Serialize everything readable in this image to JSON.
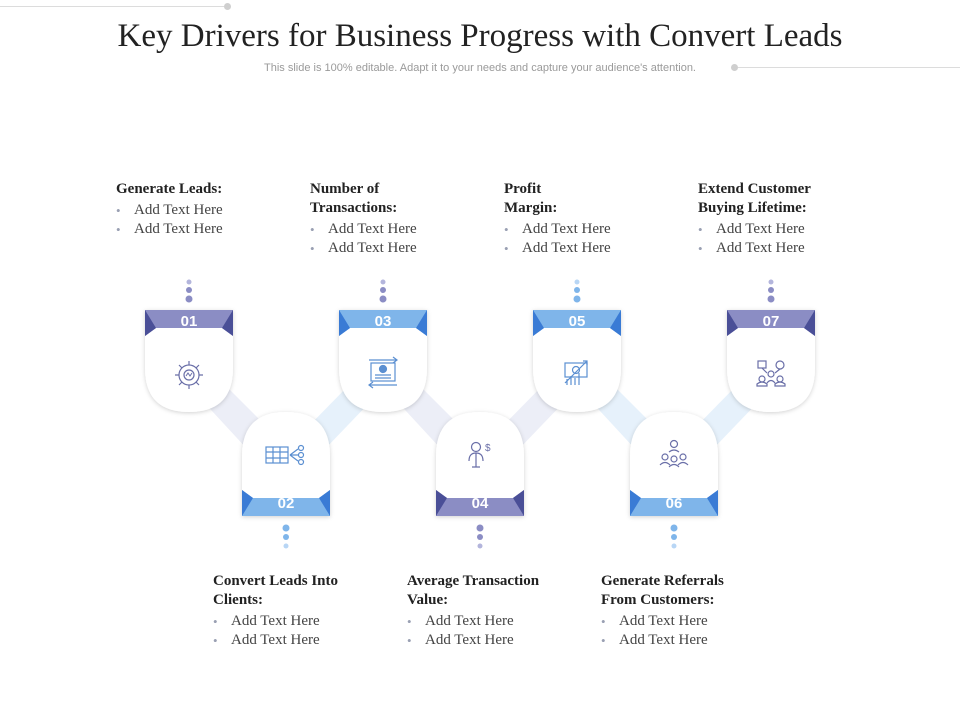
{
  "title": "Key Drivers for Business Progress with Convert Leads",
  "subtitle": "This slide is 100% editable. Adapt it to your needs and capture your audience's attention.",
  "bullet_text": "Add Text Here",
  "steps": [
    {
      "number": "01",
      "heading": "Generate Leads:",
      "bullets": [
        "Add Text Here",
        "Add Text Here"
      ],
      "icon": "gear-icon",
      "color": "#8b8dc4"
    },
    {
      "number": "02",
      "heading": "Convert Leads Into Clients:",
      "bullets": [
        "Add Text Here",
        "Add Text Here"
      ],
      "icon": "calendar-network-icon",
      "color": "#7fb5ea"
    },
    {
      "number": "03",
      "heading": "Number of Transactions:",
      "bullets": [
        "Add Text Here",
        "Add Text Here"
      ],
      "icon": "transaction-document-icon",
      "color": "#8b8dc4"
    },
    {
      "number": "04",
      "heading": "Average Transaction Value:",
      "bullets": [
        "Add Text Here",
        "Add Text Here"
      ],
      "icon": "person-dollar-icon",
      "color": "#8b8dc4"
    },
    {
      "number": "05",
      "heading": "Profit Margin:",
      "bullets": [
        "Add Text Here",
        "Add Text Here"
      ],
      "icon": "profit-chart-icon",
      "color": "#7fb5ea"
    },
    {
      "number": "06",
      "heading": "Generate Referrals From Customers:",
      "bullets": [
        "Add Text Here",
        "Add Text Here"
      ],
      "icon": "team-referral-icon",
      "color": "#7fb5ea"
    },
    {
      "number": "07",
      "heading": "Extend Customer Buying Lifetime:",
      "bullets": [
        "Add Text Here",
        "Add Text Here"
      ],
      "icon": "customer-group-icon",
      "color": "#8b8dc4"
    }
  ],
  "colors": {
    "purple": "#8b8dc4",
    "blue": "#7fb5ea",
    "icon_stroke": "#6a6fa8"
  }
}
